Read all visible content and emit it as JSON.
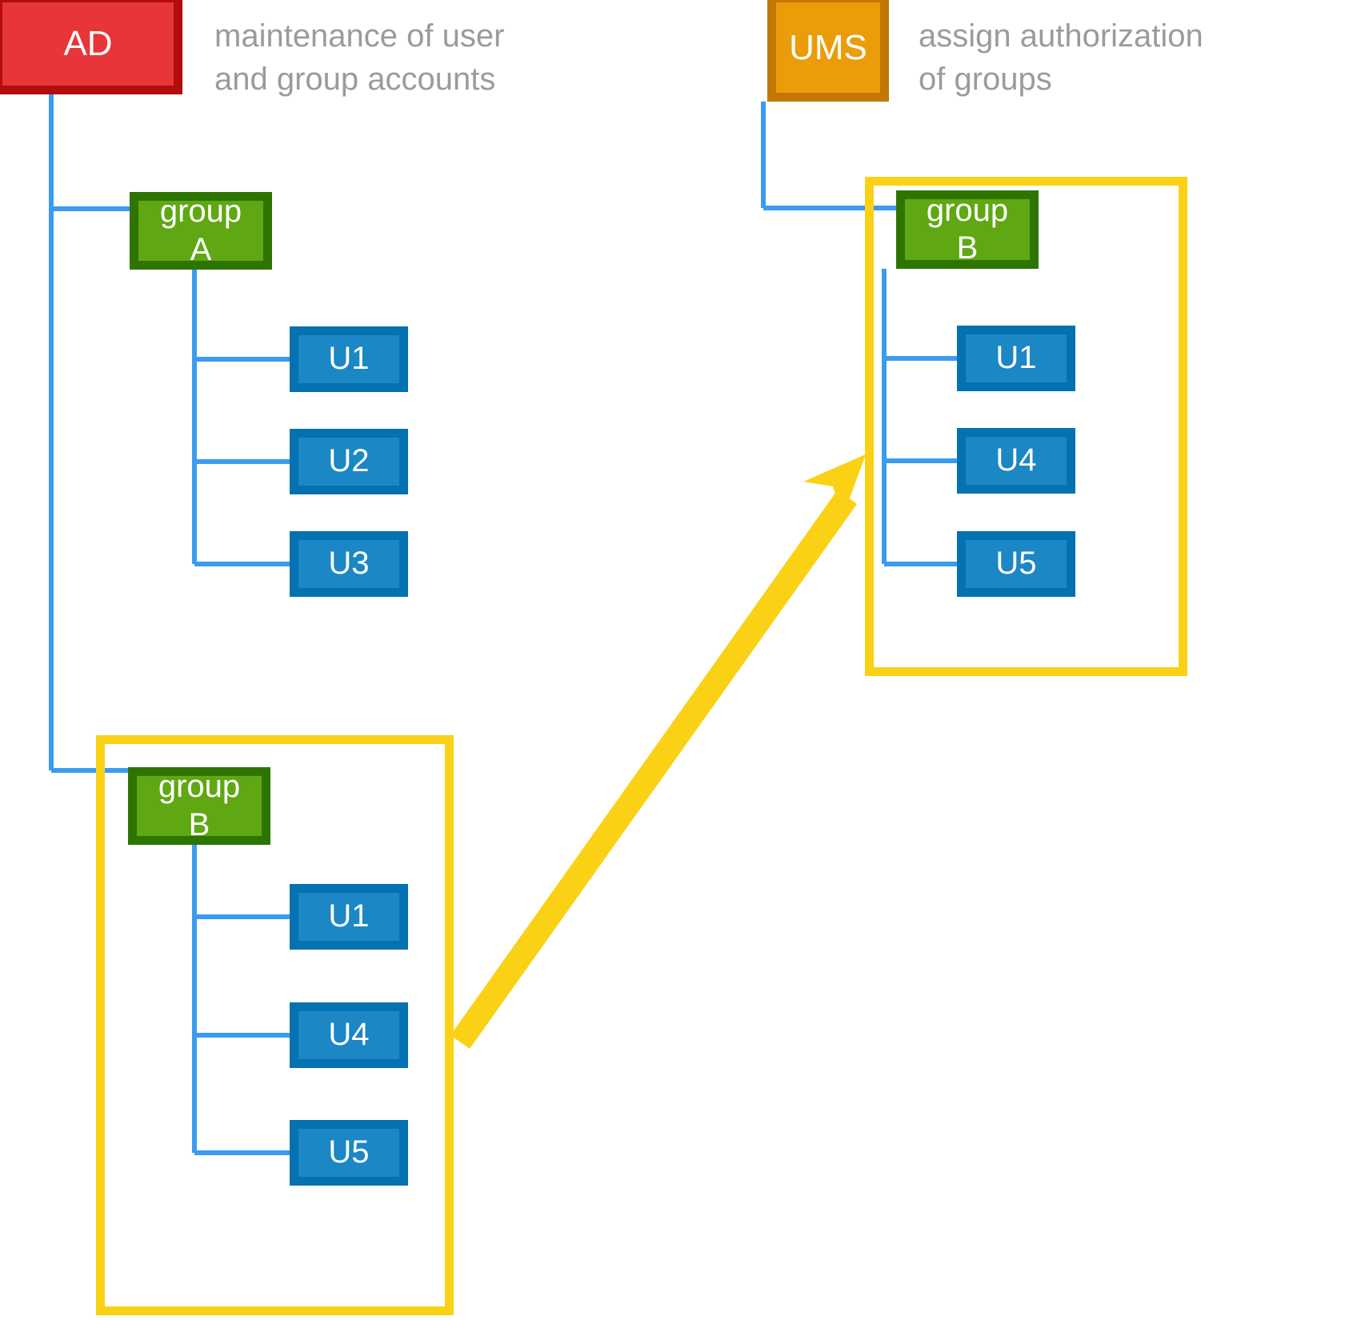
{
  "diagram": {
    "title": "AD and UMS group authorization mapping",
    "colors": {
      "ad_fill": "#e8353a",
      "ad_border": "#b10d0d",
      "ums_fill": "#eb9c09",
      "ums_border": "#c27705",
      "group_fill": "#5fa814",
      "group_border": "#2d7500",
      "user_fill": "#1b87c4",
      "user_border": "#0471b1",
      "connector": "#3b9bf0",
      "highlight": "#fbd116",
      "caption_text": "#9b9b9b",
      "background": "#ffffff"
    }
  },
  "left": {
    "source": {
      "label": "AD",
      "caption": "maintenance of user\nand group accounts"
    },
    "group_a": {
      "label": "group\nA",
      "members": [
        {
          "label": "U1"
        },
        {
          "label": "U2"
        },
        {
          "label": "U3"
        }
      ]
    },
    "group_b": {
      "label": "group\nB",
      "members": [
        {
          "label": "U1"
        },
        {
          "label": "U4"
        },
        {
          "label": "U5"
        }
      ]
    }
  },
  "right": {
    "source": {
      "label": "UMS",
      "caption": "assign authorization\nof groups"
    },
    "group_b": {
      "label": "group\nB",
      "members": [
        {
          "label": "U1"
        },
        {
          "label": "U4"
        },
        {
          "label": "U5"
        }
      ]
    }
  }
}
